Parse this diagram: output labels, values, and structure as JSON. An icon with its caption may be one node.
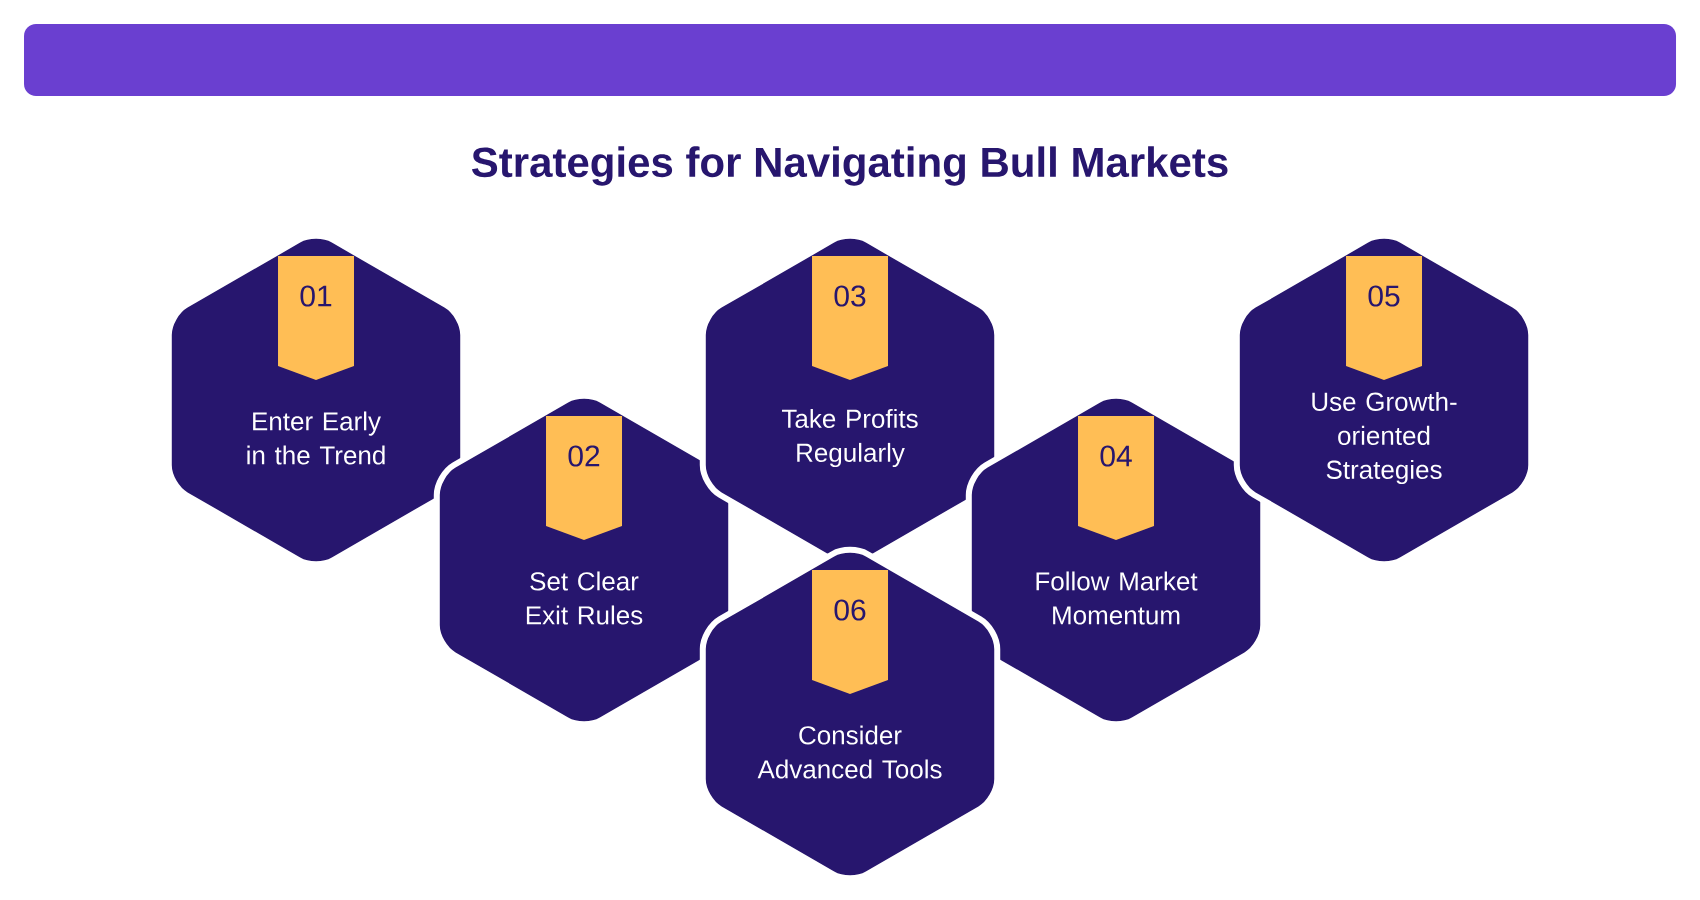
{
  "diagram": {
    "title": "Strategies for Navigating Bull Markets",
    "nodes": [
      {
        "text": [
          "01",
          "Enter Early in the Trend"
        ]
      },
      {
        "text": [
          "02",
          "Set Clear Exit Rules"
        ]
      },
      {
        "text": [
          "03",
          "Take Profits Regularly"
        ]
      },
      {
        "text": [
          "04",
          "Follow Market Momentum"
        ]
      },
      {
        "text": [
          "05",
          "Use Growth-oriented Strategies"
        ]
      },
      {
        "text": [
          "06",
          "Consider Advanced Tools"
        ]
      }
    ]
  }
}
